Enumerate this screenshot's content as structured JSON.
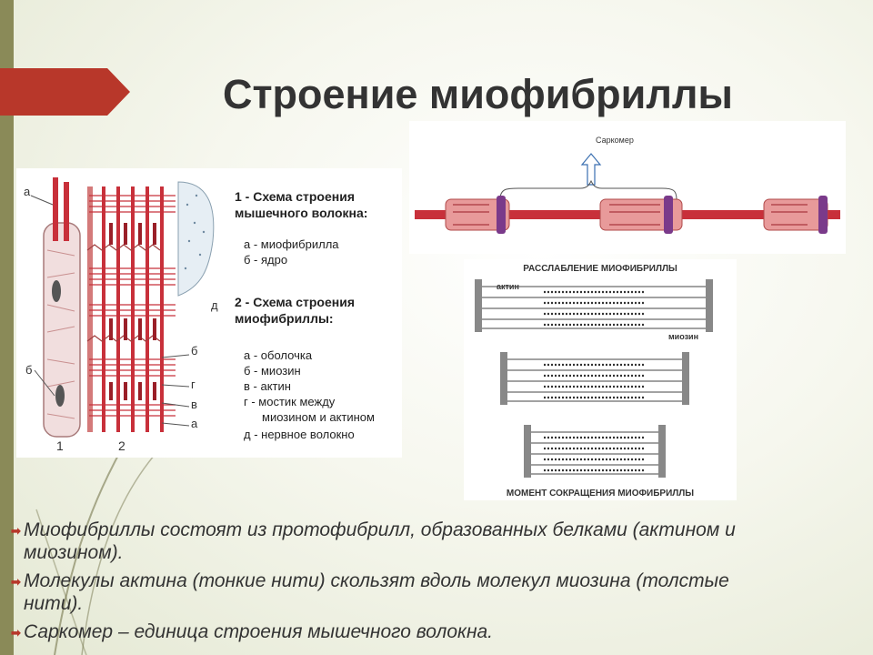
{
  "slide": {
    "title": "Строение миофибриллы",
    "colors": {
      "accent": "#b8372a",
      "strip": "#8a8a58",
      "text": "#333333",
      "fiber": "#c8303a"
    }
  },
  "fig1": {
    "legend_title1_line1": "1 - Схема строения",
    "legend_title1_line2": "мышечного волокна:",
    "legend_a": "а - миофибрилла",
    "legend_b": "б - ядро",
    "legend_title2_line1": "2 - Схема строения",
    "legend_title2_line2": "миофибриллы:",
    "legend2_a": "а - оболочка",
    "legend2_b": "б - миозин",
    "legend2_v": "в - актин",
    "legend2_g1": "г - мостик между",
    "legend2_g2": "миозином и актином",
    "legend2_d": "д - нервное волокно",
    "label_a": "а",
    "label_b": "б",
    "label_1": "1",
    "label_2": "2",
    "label_d": "д",
    "label_r_b": "б",
    "label_r_g": "г",
    "label_r_v": "в",
    "label_r_a": "а"
  },
  "fig2": {
    "label": "Саркомер"
  },
  "fig3": {
    "top_title": "РАССЛАБЛЕНИЕ МИОФИБРИЛЛЫ",
    "actin": "актин",
    "myosin": "миозин",
    "bottom_title": "МОМЕНТ СОКРАЩЕНИЯ МИОФИБРИЛЛЫ"
  },
  "bullets": [
    {
      "line1": "Миофибриллы состоят из протофибрилл, образованных белками (актином и",
      "line2": "миозином)."
    },
    {
      "line1": "Молекулы актина (тонкие нити) скользят вдоль молекул миозина (толстые",
      "line2": "нити)."
    },
    {
      "line1": "Саркомер – единица строения мышечного волокна.",
      "line2": ""
    }
  ]
}
